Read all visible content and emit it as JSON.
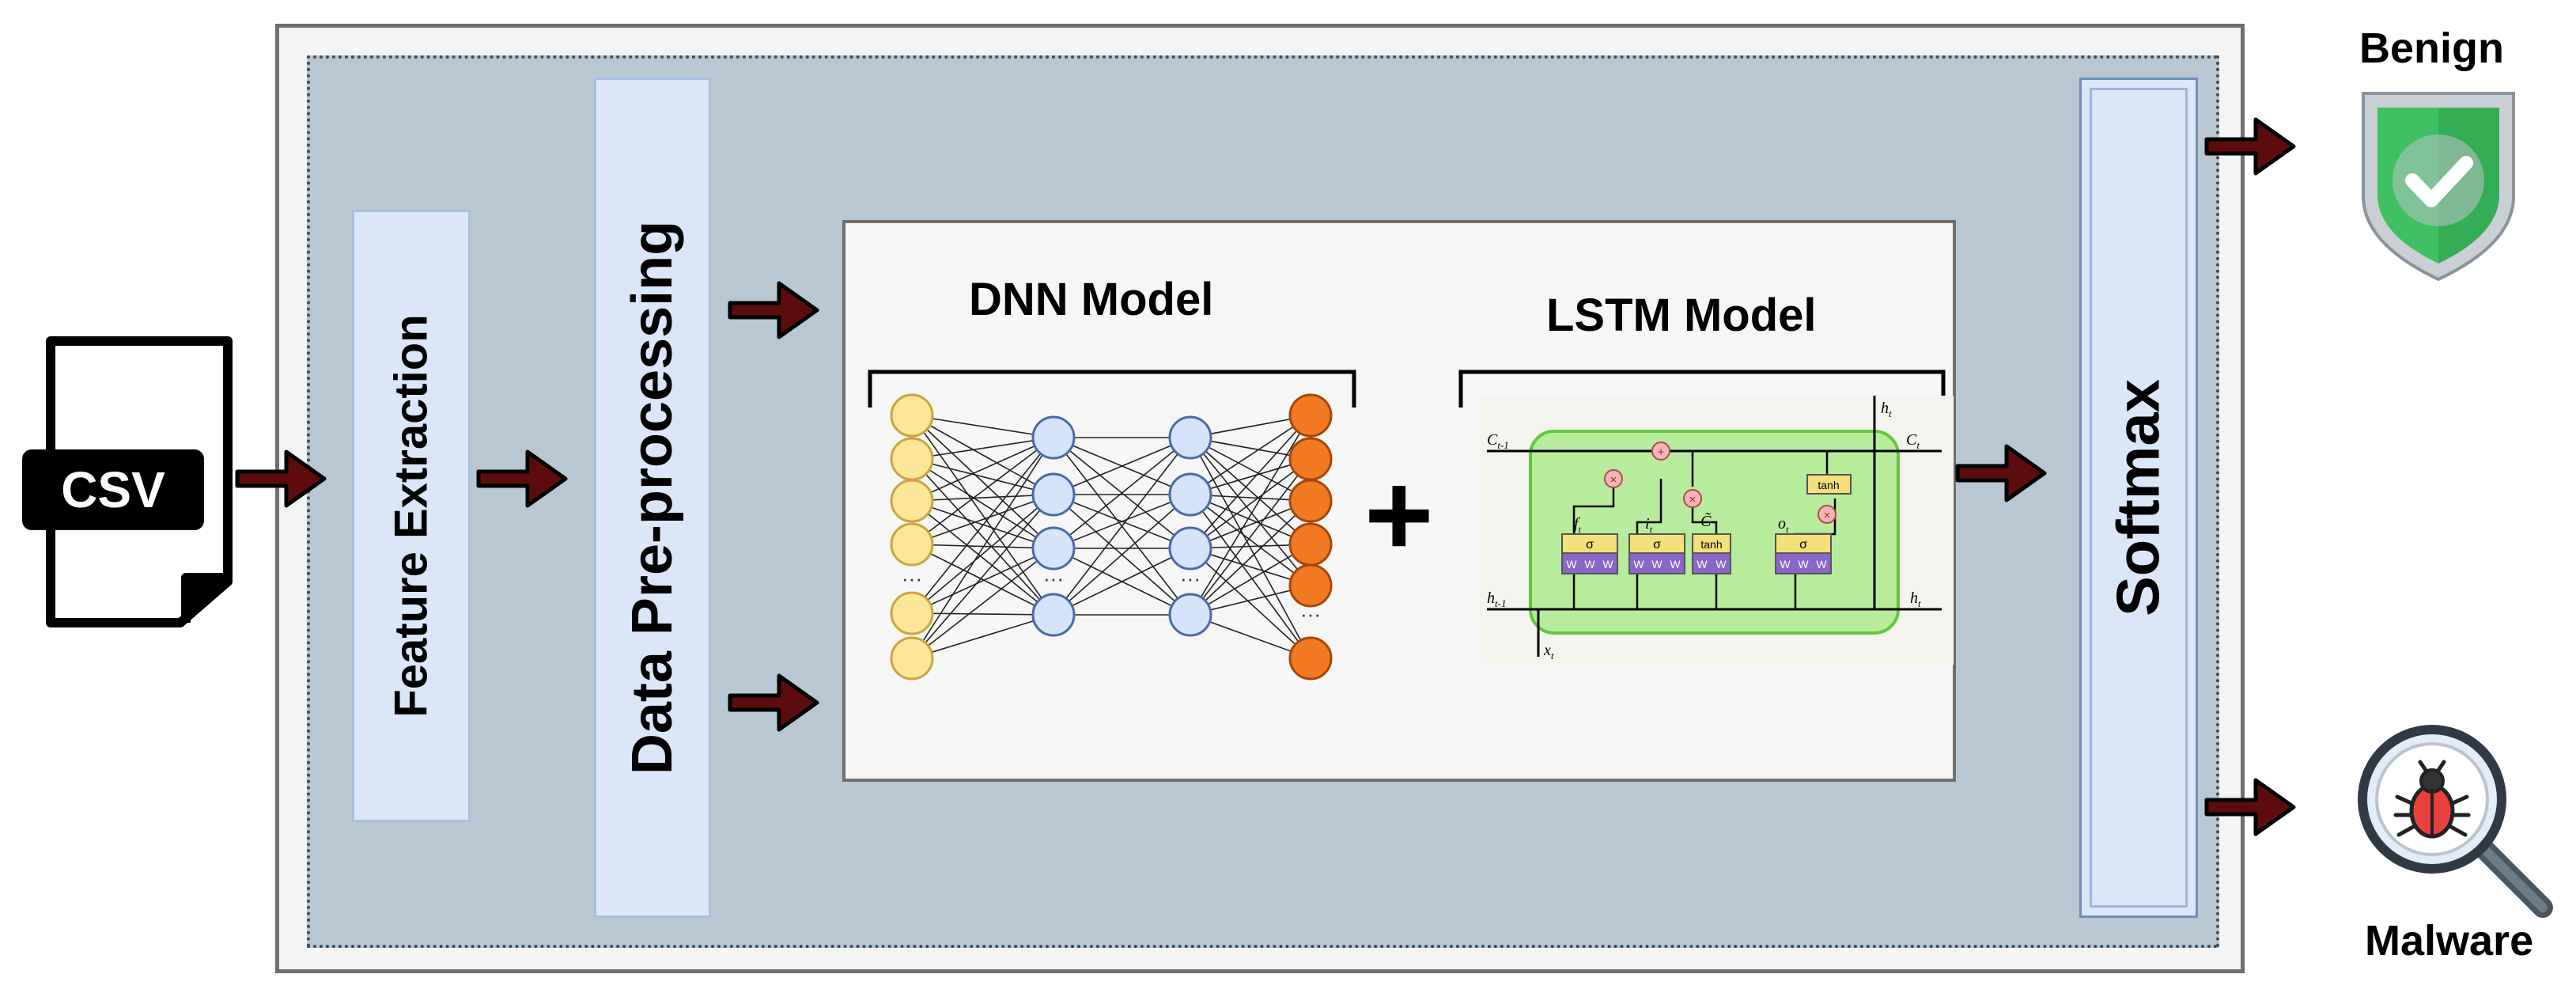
{
  "input": {
    "file_label": "CSV",
    "icon": "csv-file-icon"
  },
  "stages": {
    "feature_extraction": "Feature Extraction",
    "data_preprocessing": "Data Pre-processing",
    "softmax": "Softmax"
  },
  "models": {
    "dnn_title": "DNN Model",
    "lstm_title": "LSTM Model",
    "combine_symbol": "+",
    "dnn_ellipsis": "···",
    "lstm_labels": {
      "c_prev": "C",
      "c_prev_sub": "t-1",
      "c_t": "C",
      "c_t_sub": "t",
      "h_prev": "h",
      "h_prev_sub": "t-1",
      "h_t": "h",
      "h_t_sub": "t",
      "x_t": "x",
      "x_t_sub": "t",
      "f_t": "f",
      "i_t": "i",
      "c_tilde": "C̃",
      "o_t": "o",
      "gate_sub": "t",
      "sigma": "σ",
      "tanh": "tanh",
      "times": "×",
      "plus": "+",
      "weight": "W"
    }
  },
  "outputs": {
    "benign": "Benign",
    "malware": "Malware",
    "benign_icon": "shield-check-icon",
    "malware_icon": "magnifier-bug-icon"
  },
  "colors": {
    "arrow": "#5c0c0c",
    "input_layer": "#fde59a",
    "hidden_layer": "#d6e4fb",
    "output_layer": "#f27a22",
    "lstm_cell": "#b8ec9d",
    "shield_green": "#3fc062"
  }
}
